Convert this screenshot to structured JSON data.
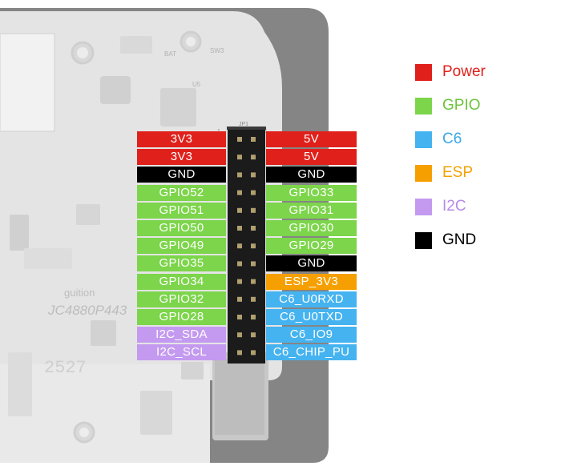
{
  "colors": {
    "power": "#e0201b",
    "gpio": "#7cd54a",
    "c6": "#45b3f0",
    "esp": "#f5a000",
    "i2c": "#c49af0",
    "gnd": "#000000"
  },
  "board_silkscreen": {
    "model": "JC4880P443",
    "brand": "guition",
    "connector": "JP1",
    "pin1": "1",
    "pin2": "2",
    "sw": "SW3",
    "bat": "BAT",
    "u5": "U5",
    "code": "2527"
  },
  "header": {
    "left": [
      {
        "label": "3V3",
        "group": "power"
      },
      {
        "label": "3V3",
        "group": "power"
      },
      {
        "label": "GND",
        "group": "gnd"
      },
      {
        "label": "GPIO52",
        "group": "gpio"
      },
      {
        "label": "GPIO51",
        "group": "gpio"
      },
      {
        "label": "GPIO50",
        "group": "gpio"
      },
      {
        "label": "GPIO49",
        "group": "gpio"
      },
      {
        "label": "GPIO35",
        "group": "gpio"
      },
      {
        "label": "GPIO34",
        "group": "gpio"
      },
      {
        "label": "GPIO32",
        "group": "gpio"
      },
      {
        "label": "GPIO28",
        "group": "gpio"
      },
      {
        "label": "I2C_SDA",
        "group": "i2c"
      },
      {
        "label": "I2C_SCL",
        "group": "i2c"
      }
    ],
    "right": [
      {
        "label": "5V",
        "group": "power"
      },
      {
        "label": "5V",
        "group": "power"
      },
      {
        "label": "GND",
        "group": "gnd"
      },
      {
        "label": "GPIO33",
        "group": "gpio"
      },
      {
        "label": "GPIO31",
        "group": "gpio"
      },
      {
        "label": "GPIO30",
        "group": "gpio"
      },
      {
        "label": "GPIO29",
        "group": "gpio"
      },
      {
        "label": "GND",
        "group": "gnd"
      },
      {
        "label": "ESP_3V3",
        "group": "esp"
      },
      {
        "label": "C6_U0RXD",
        "group": "c6"
      },
      {
        "label": "C6_U0TXD",
        "group": "c6"
      },
      {
        "label": "C6_IO9",
        "group": "c6"
      },
      {
        "label": "C6_CHIP_PU",
        "group": "c6"
      }
    ]
  },
  "legend": [
    {
      "label": "Power",
      "group": "power",
      "text_color": "#e0201b"
    },
    {
      "label": "GPIO",
      "group": "gpio",
      "text_color": "#6cc43c"
    },
    {
      "label": "C6",
      "group": "c6",
      "text_color": "#3aa8e8"
    },
    {
      "label": "ESP",
      "group": "esp",
      "text_color": "#f5a000"
    },
    {
      "label": "I2C",
      "group": "i2c",
      "text_color": "#b68ae8"
    },
    {
      "label": "GND",
      "group": "gnd",
      "text_color": "#000000"
    }
  ]
}
